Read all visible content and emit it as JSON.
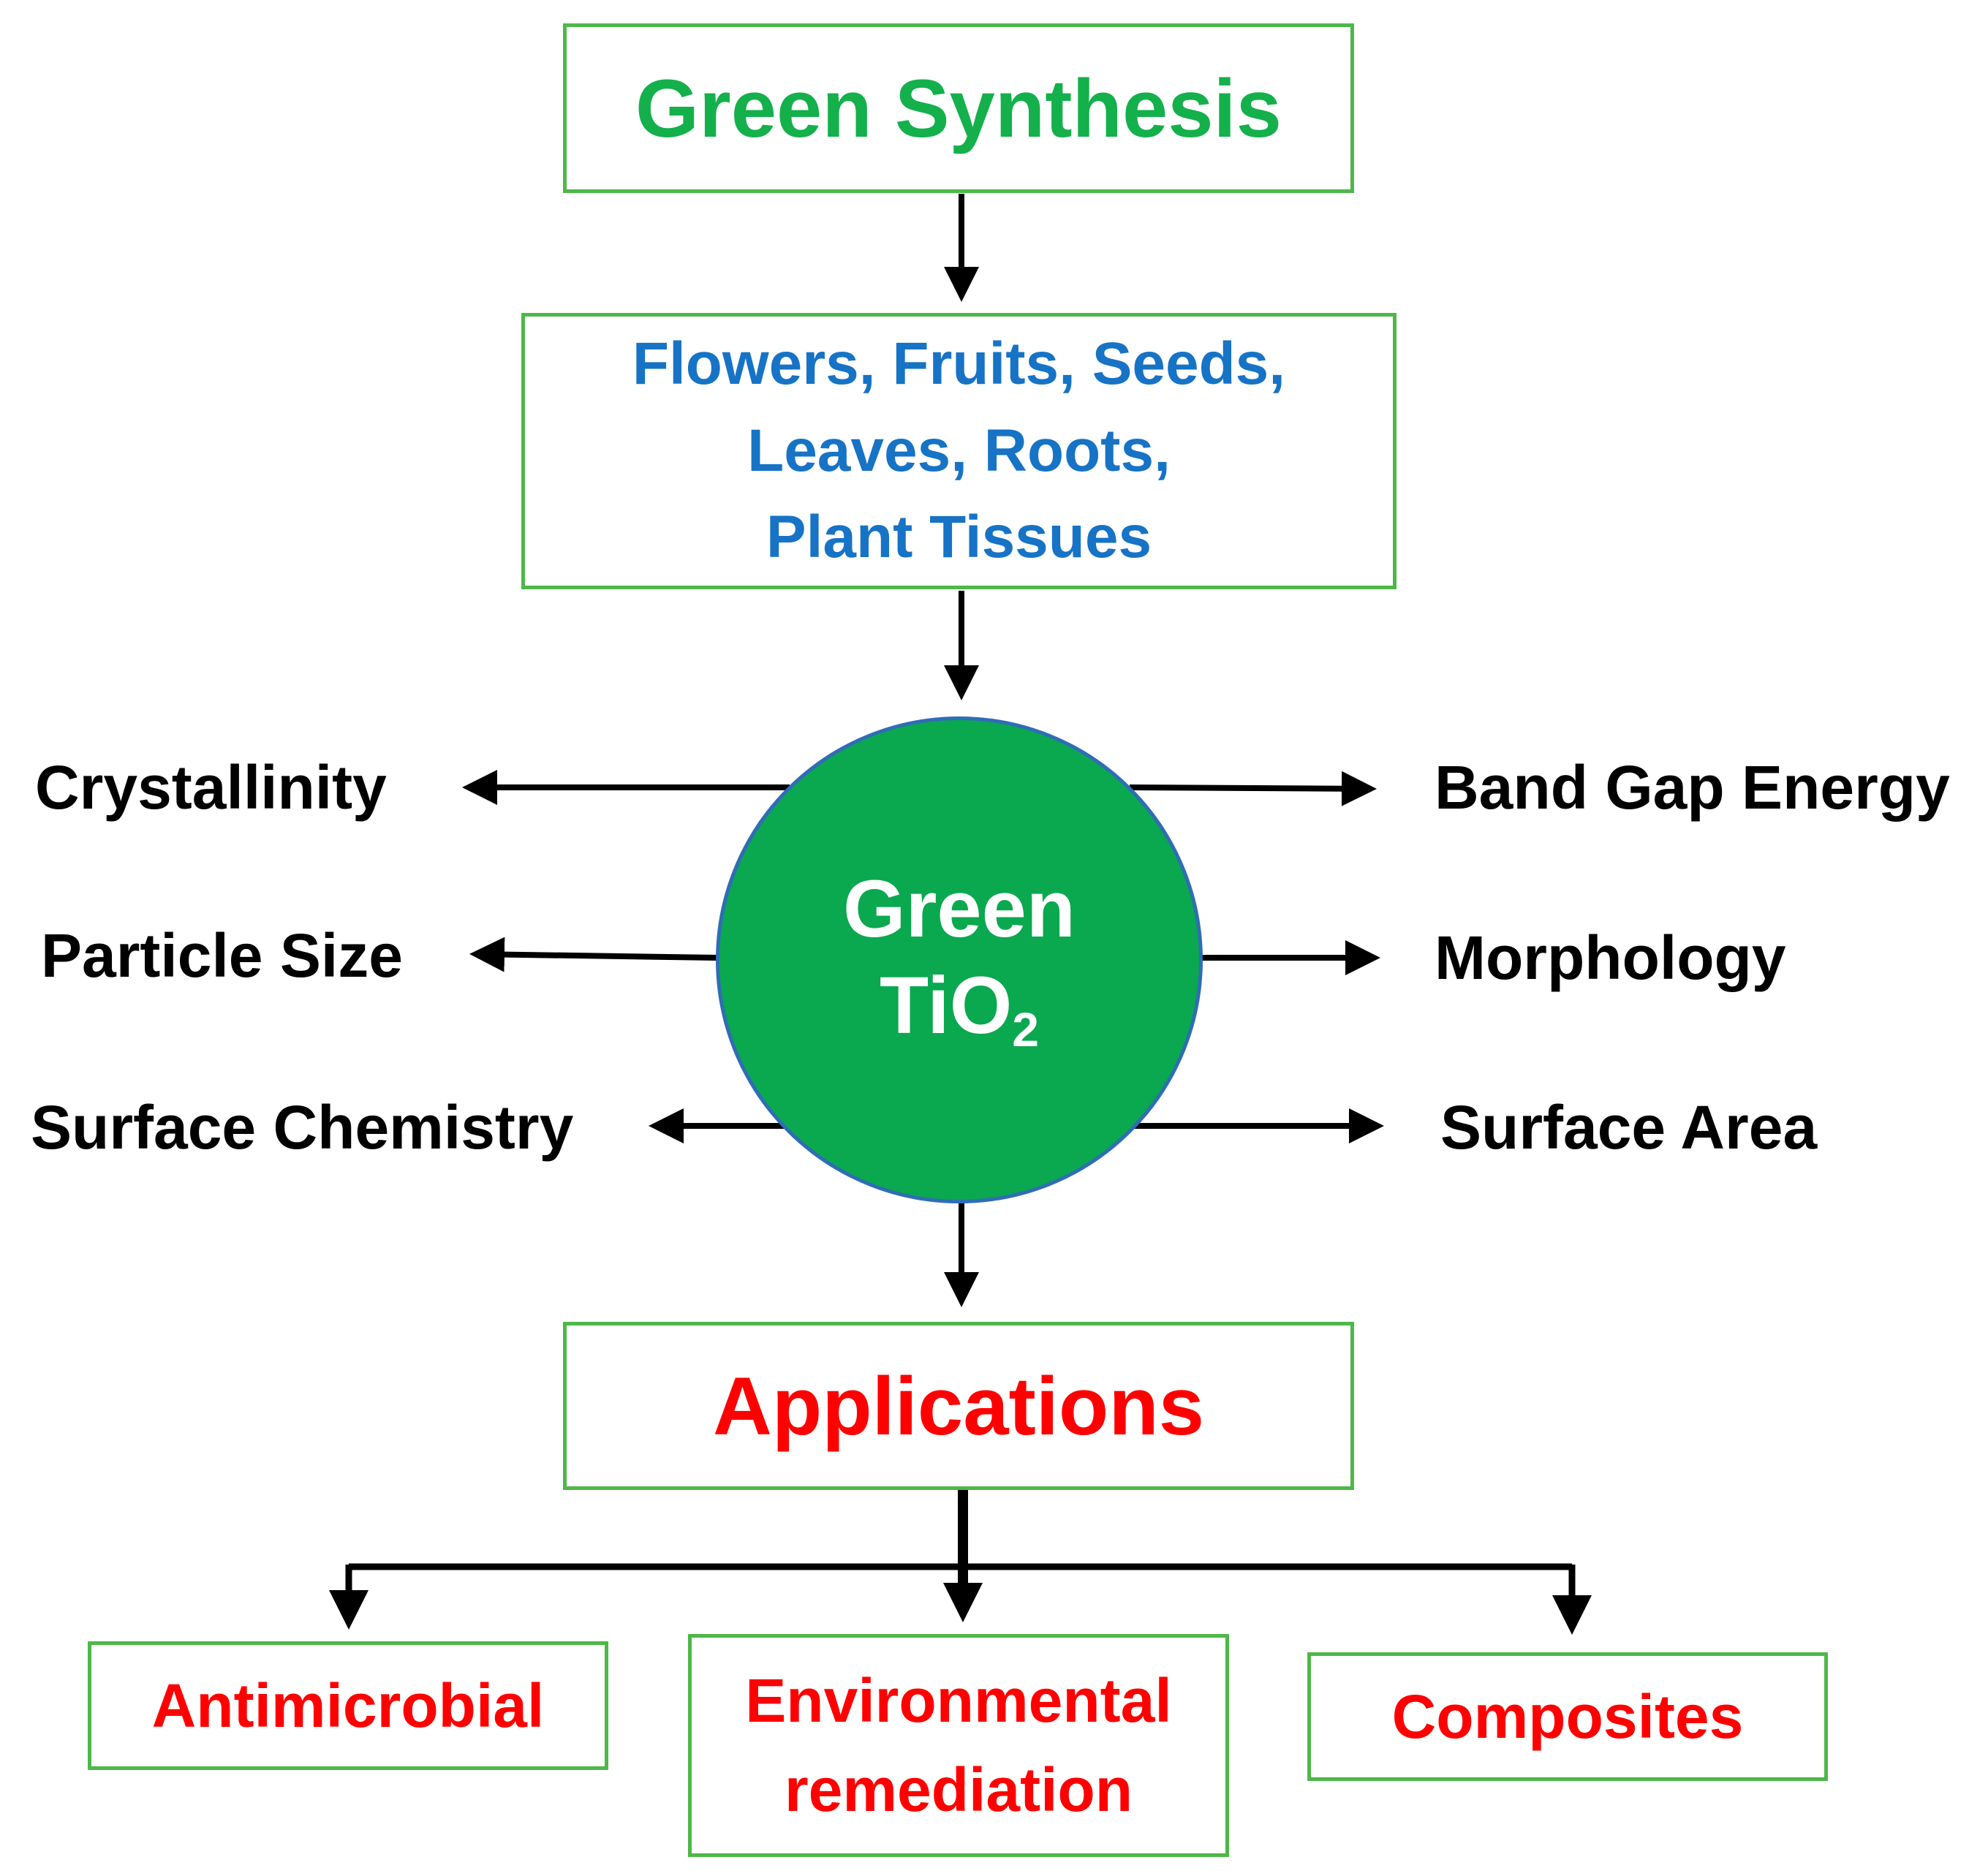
{
  "top_box": {
    "label": "Green Synthesis"
  },
  "sources_box": {
    "lines": [
      "Flowers, Fruits, Seeds,",
      "Leaves, Roots,",
      "Plant Tissues"
    ]
  },
  "center": {
    "line1": "Green",
    "formula": "TiO",
    "subscript": "2"
  },
  "properties_left": [
    "Crystallinity",
    "Particle Size",
    "Surface Chemistry"
  ],
  "properties_right": [
    "Band Gap Energy",
    "Morphology",
    "Surface Area"
  ],
  "applications_box": {
    "label": "Applications"
  },
  "application_items": [
    {
      "lines": [
        "Antimicrobial"
      ]
    },
    {
      "lines": [
        "Environmental",
        "remediation"
      ]
    },
    {
      "lines": [
        "Composites"
      ]
    }
  ],
  "colors": {
    "box_border": "#4db848",
    "title_green": "#14b04b",
    "source_blue": "#1673c5",
    "application_red": "#ff0000",
    "circle_fill": "#0aa84f",
    "circle_border": "#2f6db5",
    "arrow": "#000000"
  }
}
